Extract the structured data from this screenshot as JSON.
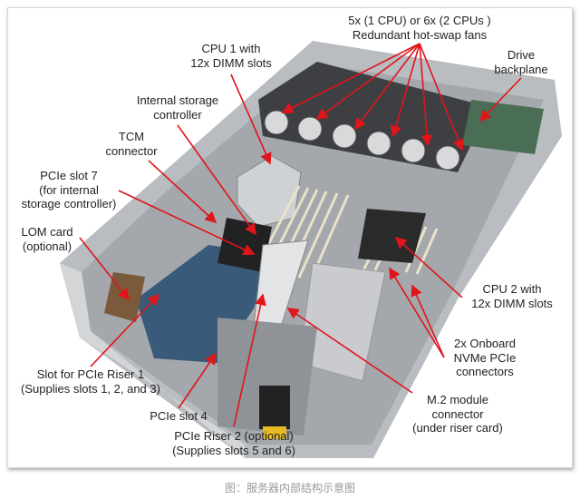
{
  "labels": {
    "fans": [
      "5x (1 CPU) or 6x (2 CPUs )",
      "Redundant hot-swap fans"
    ],
    "cpu1": [
      "CPU 1 with",
      "12x DIMM slots"
    ],
    "drive_backplane": [
      "Drive",
      "backplane"
    ],
    "internal_storage": [
      "Internal storage",
      "controller"
    ],
    "tcm": [
      "TCM",
      "connector"
    ],
    "pcie_slot7": [
      "PCIe slot 7",
      "(for internal",
      "storage controller)"
    ],
    "lom": [
      "LOM card",
      "(optional)"
    ],
    "cpu2": [
      "CPU 2 with",
      "12x DIMM slots"
    ],
    "nvme": [
      "2x Onboard",
      "NVMe PCIe",
      "connectors"
    ],
    "riser1": [
      "Slot for PCIe Riser 1",
      "(Supplies slots 1, 2, and 3)"
    ],
    "pcie_slot4": [
      "PCIe slot 4"
    ],
    "m2": [
      "M.2 module",
      "connector",
      "(under riser card)"
    ],
    "riser2": [
      "PCIe Riser 2 (optional)",
      "(Supplies slots 5 and 6)"
    ]
  },
  "caption": "图：服务器内部结构示意图",
  "colors": {
    "arrow": "#e0151b",
    "chassis": "#b9bcc0",
    "board": "#3a5a7a"
  }
}
